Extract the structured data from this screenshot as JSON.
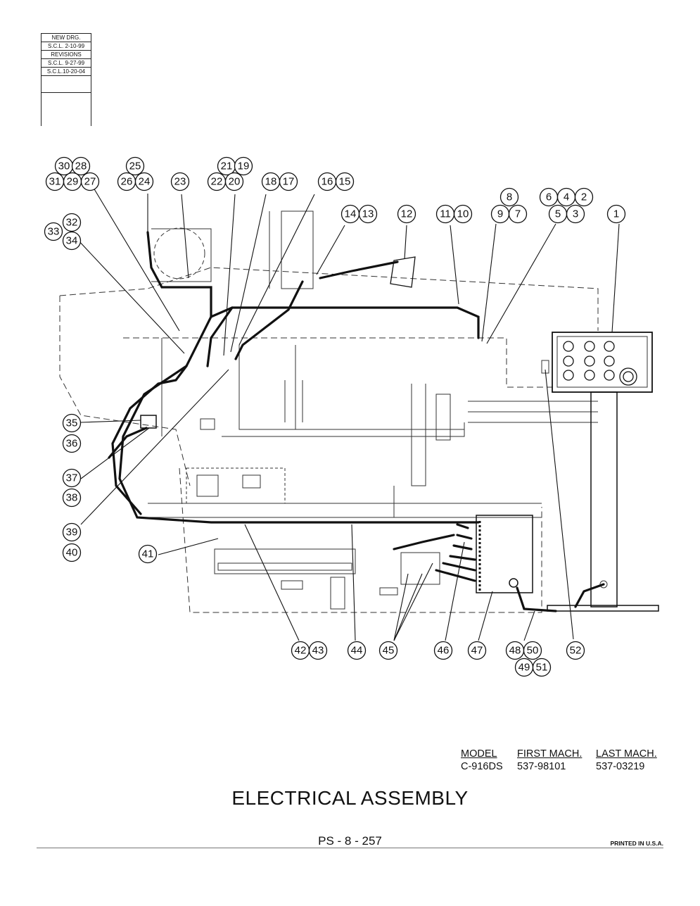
{
  "revisions": {
    "rows": [
      "NEW DRG.",
      "S.C.L. 2-10-99",
      "REVISIONS",
      "S.C.L. 9-27-99",
      "S.C.L.10-20-04"
    ]
  },
  "callouts": [
    {
      "id": "c30",
      "label": "30"
    },
    {
      "id": "c28",
      "label": "28"
    },
    {
      "id": "c31",
      "label": "31"
    },
    {
      "id": "c29",
      "label": "29"
    },
    {
      "id": "c27",
      "label": "27"
    },
    {
      "id": "c25",
      "label": "25"
    },
    {
      "id": "c26",
      "label": "26"
    },
    {
      "id": "c24",
      "label": "24"
    },
    {
      "id": "c23",
      "label": "23"
    },
    {
      "id": "c21",
      "label": "21"
    },
    {
      "id": "c19",
      "label": "19"
    },
    {
      "id": "c22",
      "label": "22"
    },
    {
      "id": "c20",
      "label": "20"
    },
    {
      "id": "c18",
      "label": "18"
    },
    {
      "id": "c17",
      "label": "17"
    },
    {
      "id": "c16",
      "label": "16"
    },
    {
      "id": "c15",
      "label": "15"
    },
    {
      "id": "c14",
      "label": "14"
    },
    {
      "id": "c13",
      "label": "13"
    },
    {
      "id": "c12",
      "label": "12"
    },
    {
      "id": "c11",
      "label": "11"
    },
    {
      "id": "c10",
      "label": "10"
    },
    {
      "id": "c8",
      "label": "8"
    },
    {
      "id": "c9",
      "label": "9"
    },
    {
      "id": "c7",
      "label": "7"
    },
    {
      "id": "c6",
      "label": "6"
    },
    {
      "id": "c4",
      "label": "4"
    },
    {
      "id": "c2",
      "label": "2"
    },
    {
      "id": "c5",
      "label": "5"
    },
    {
      "id": "c3",
      "label": "3"
    },
    {
      "id": "c1",
      "label": "1"
    },
    {
      "id": "c32",
      "label": "32"
    },
    {
      "id": "c33",
      "label": "33"
    },
    {
      "id": "c34",
      "label": "34"
    },
    {
      "id": "c35",
      "label": "35"
    },
    {
      "id": "c36",
      "label": "36"
    },
    {
      "id": "c37",
      "label": "37"
    },
    {
      "id": "c38",
      "label": "38"
    },
    {
      "id": "c39",
      "label": "39"
    },
    {
      "id": "c40",
      "label": "40"
    },
    {
      "id": "c41",
      "label": "41"
    },
    {
      "id": "c42",
      "label": "42"
    },
    {
      "id": "c43",
      "label": "43"
    },
    {
      "id": "c44",
      "label": "44"
    },
    {
      "id": "c45",
      "label": "45"
    },
    {
      "id": "c46",
      "label": "46"
    },
    {
      "id": "c47",
      "label": "47"
    },
    {
      "id": "c48",
      "label": "48"
    },
    {
      "id": "c50",
      "label": "50"
    },
    {
      "id": "c49",
      "label": "49"
    },
    {
      "id": "c51",
      "label": "51"
    },
    {
      "id": "c52",
      "label": "52"
    }
  ],
  "model_table": {
    "headers": {
      "model": "MODEL",
      "first": "FIRST MACH.",
      "last": "LAST MACH."
    },
    "rows": [
      {
        "model": "C-916DS",
        "first": "537-98101",
        "last": "537-03219"
      }
    ]
  },
  "title": "ELECTRICAL ASSEMBLY",
  "page_number": "PS - 8 - 257",
  "printed": "PRINTED IN U.S.A."
}
